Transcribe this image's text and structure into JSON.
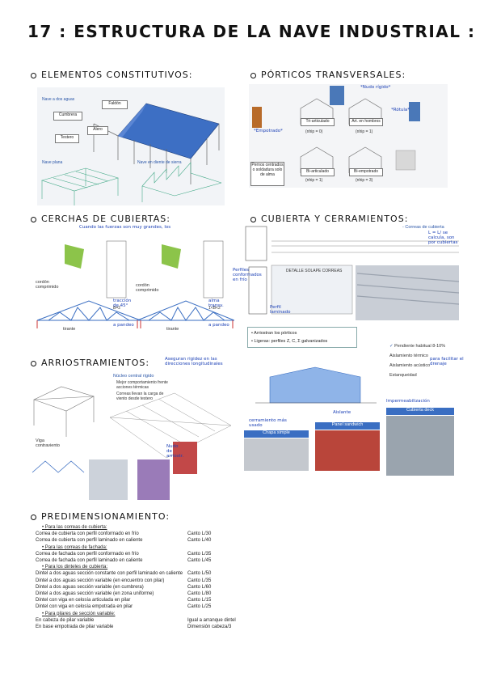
{
  "title": "17 : ESTRUCTURA DE LA NAVE INDUSTRIAL :",
  "sections": {
    "elementos": "ELEMENTOS CONSTITUTIVOS:",
    "porticos": "PÓRTICOS TRANSVERSALES:",
    "cerchas": "CERCHAS DE CUBIERTAS:",
    "cubierta": "CUBIERTA Y CERRAMIENTOS:",
    "arrios": "ARRIOSTRAMIENTOS:",
    "predim": "PREDIMENSIONAMIENTO:"
  },
  "elementos": {
    "nave_dos_aguas": "Nave a dos aguas",
    "faldon": "Faldón",
    "cumbrera": "Cumbrera",
    "alero": "Alero",
    "testero": "Testero",
    "nave_plana": "Nave plana",
    "nave_diente": "Nave en diente de sierra"
  },
  "porticos": {
    "nudo_rigido": "*Nudo rígido*",
    "rotula": "*Rótula*",
    "empotrado": "*Empotrado*",
    "tri_articulado": "Tri-articulado",
    "tri_n": "(nhip = 0)",
    "art_hombros": "Art. en hombros",
    "art_n": "(nhip = 1)",
    "pernos": "Pernos centrados o soldadura solo de alma",
    "bi_articulado": "Bi-articulado",
    "bi_art_n": "(nhip = 1)",
    "bi_empotrado": "Bi-empotrado",
    "bi_emp_n": "(nhip = 3)"
  },
  "cerchas": {
    "note": "Cuando las fuerzas son muy grandes, los cordones",
    "cordon_1": "cordón comprimido",
    "cordon_2": "cordón comprimido",
    "tirante_1": "tirante",
    "tirante_2": "tirante",
    "b_eq": "B=2",
    "b_ineq": "1<B<2",
    "traccion": "tracción de 45°",
    "pandeo_1": "a pandeo",
    "alma": "alma transv.",
    "pandeo_2": "a pandeo"
  },
  "cubierta": {
    "correas_cubierta": "- Correas de cubierta",
    "correas_note": "L = L/ se calcula, son por cubiertas",
    "perfiles_note": "Perfiles conformados en frío",
    "detalle": "DETALLE SOLAPE CORREAS",
    "perfil_laminado": "Perfil laminado",
    "bullet_1": "Arriostran los pórticos",
    "bullet_2": "Ligeras: perfiles Z, C, Σ galvanizados",
    "check_1": "Pendiente habitual 8-10%",
    "check_2": "Aislamiento térmico",
    "check_3": "Aislamiento acústico",
    "check_4": "Estanqueidad",
    "check_note": "para facilitar el drenaje",
    "imperm": "Impermeabilización",
    "cerr_note": "cerramiento más usado",
    "chapa": "Chapa simple",
    "aislante": "Aislante",
    "sandwich": "Panel sandwich",
    "deck": "Cubierta deck"
  },
  "arrios": {
    "note": "Aseguran rigidez en las direcciones longitudinales",
    "nucleo": "Núcleo central rígido",
    "n1": "Mejor comportamiento frente acciones térmicas",
    "n2": "Correas llevan la carga de viento desde testero",
    "viga": "Viga contraviento",
    "nudo_note": "Nudo de arriostr."
  },
  "predim": [
    {
      "type": "head",
      "text": "Para las correas de cubierta:"
    },
    {
      "type": "row",
      "text": "Correa de cubierta con perfil conformado en frío",
      "val": "Canto L/30"
    },
    {
      "type": "row",
      "text": "Correa de cubierta con perfil laminado en caliente",
      "val": "Canto L/40"
    },
    {
      "type": "head",
      "text": "Para las correas de fachada:"
    },
    {
      "type": "row",
      "text": "Correa de fachada con perfil conformado en frío",
      "val": "Canto L/35"
    },
    {
      "type": "row",
      "text": "Correa de fachada con perfil laminado en caliente",
      "val": "Canto L/45"
    },
    {
      "type": "head",
      "text": "Para los dinteles de cubierta:"
    },
    {
      "type": "row",
      "text": "Dintel a dos aguas sección constante con perfil laminado en caliente",
      "val": "Canto L/50"
    },
    {
      "type": "row",
      "text": "Dintel a dos aguas sección variable (en encuentro con pilar)",
      "val": "Canto L/35"
    },
    {
      "type": "row",
      "text": "Dintel a dos aguas sección variable (en cumbrera)",
      "val": "Canto L/60"
    },
    {
      "type": "row",
      "text": "Dintel a dos aguas sección variable (en zona uniforme)",
      "val": "Canto L/80"
    },
    {
      "type": "row",
      "text": "Dintel con viga en celosía articulada en pilar",
      "val": "Canto L/15"
    },
    {
      "type": "row",
      "text": "Dintel con viga en celosía empotrada en pilar",
      "val": "Canto L/25"
    },
    {
      "type": "head",
      "text": "Para pilares de sección variable:"
    },
    {
      "type": "row",
      "text": "En cabeza de pilar variable",
      "val": "Igual a arranque dintel"
    },
    {
      "type": "row",
      "text": "En base empotrada de pilar variable",
      "val": "Dimensión cabeza/3"
    }
  ]
}
